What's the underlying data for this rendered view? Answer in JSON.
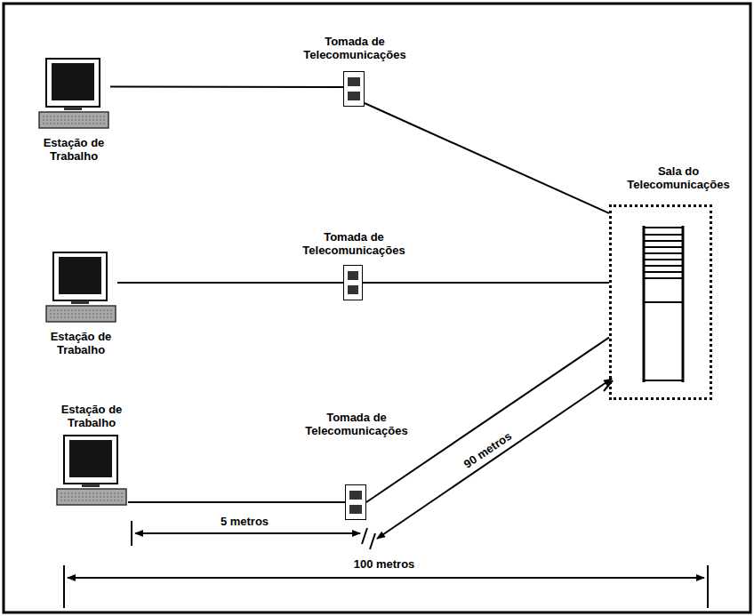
{
  "diagram": {
    "nodes": [
      {
        "text": [
          "Estação de Trabalho"
        ]
      },
      {
        "text": [
          "Tomada de Telecomunicações"
        ]
      },
      {
        "text": [
          "Sala do Telecomunicações"
        ]
      },
      {
        "text": [
          "Estação de Trabalho"
        ]
      },
      {
        "text": [
          "Tomada de Telecomunicações"
        ]
      },
      {
        "text": [
          "Estação de Trabalho"
        ]
      },
      {
        "text": [
          "Tomada de Telecomunicações"
        ]
      }
    ],
    "edges": [
      {
        "from": 0,
        "to": 1,
        "arrow": "none"
      },
      {
        "from": 1,
        "to": 2,
        "arrow": "none"
      },
      {
        "from": 3,
        "to": 4,
        "arrow": "none"
      },
      {
        "from": 4,
        "to": 2,
        "arrow": "none"
      },
      {
        "from": 5,
        "to": 6,
        "arrow": "none"
      },
      {
        "from": 6,
        "to": 2,
        "arrow": "none"
      }
    ],
    "labels": [
      "5 metros",
      "90 metros",
      "100 metros"
    ]
  }
}
